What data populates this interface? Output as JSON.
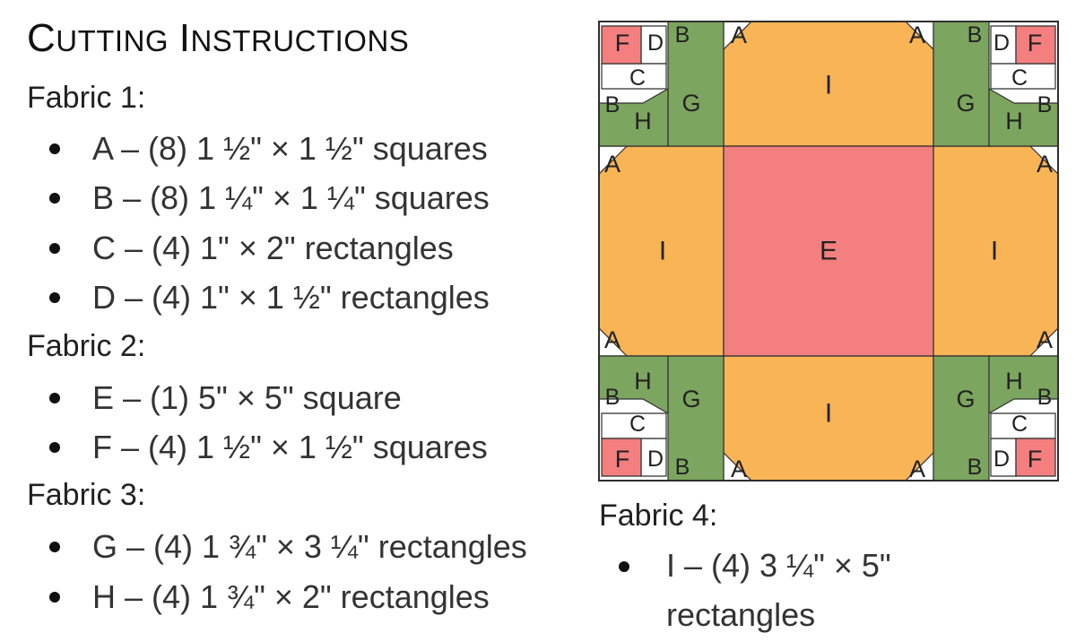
{
  "title": {
    "part1_cap": "C",
    "part1_rest": "UTTING",
    "part2_cap": "I",
    "part2_rest": "NSTRUCTIONS"
  },
  "fabric1": {
    "heading": "Fabric 1:",
    "items": [
      "A – (8) 1 ½\" × 1 ½\" squares",
      "B – (8) 1 ¼\" × 1 ¼\" squares",
      "C – (4) 1\" × 2\" rectangles",
      "D – (4) 1\" × 1 ½\" rectangles"
    ]
  },
  "fabric2": {
    "heading": "Fabric 2:",
    "items": [
      "E – (1) 5\" × 5\" square",
      "F – (4) 1 ½\" × 1 ½\" squares"
    ]
  },
  "fabric3": {
    "heading": "Fabric 3:",
    "items": [
      "G – (4) 1 ¾\" × 3 ¼\" rectangles",
      "H – (4) 1 ¾\" × 2\" rectangles"
    ]
  },
  "fabric4": {
    "heading": "Fabric 4:",
    "item_line1": "I – (4) 3 ¼\" × 5\"",
    "item_line2": "rectangles"
  },
  "diagram": {
    "colors": {
      "fabric1": "#ffffff",
      "pink": "#f47f7f",
      "green": "#7ca55f",
      "orange": "#f8b455",
      "outline": "#2f2f2f"
    },
    "labels": {
      "a": "A",
      "b": "B",
      "c": "C",
      "d": "D",
      "e": "E",
      "f": "F",
      "g": "G",
      "h": "H",
      "i": "I"
    }
  }
}
